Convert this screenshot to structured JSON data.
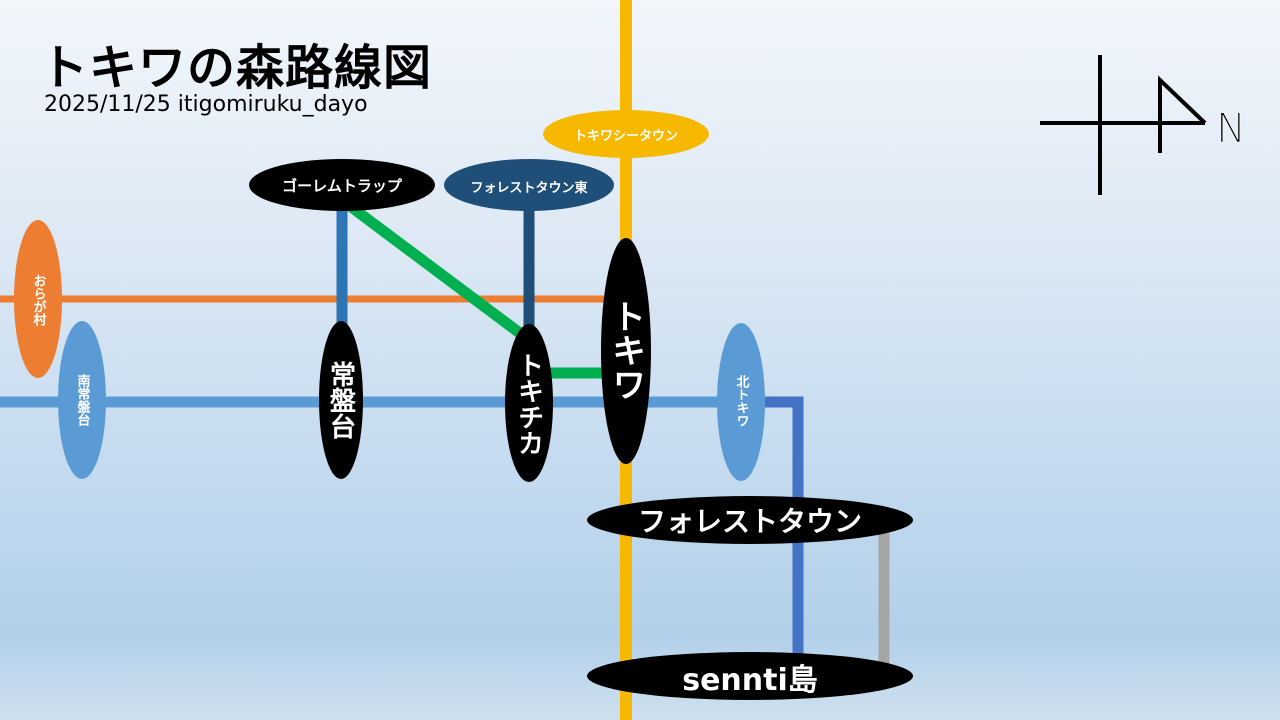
{
  "header": {
    "title": "トキワの森路線図",
    "subtitle": "2025/11/25 itigomiruku_dayo"
  },
  "compass": {
    "label": "N"
  },
  "colors": {
    "yellow_line": "#f7b800",
    "orange_line": "#ed7d31",
    "light_blue_line": "#5b9bd5",
    "dark_blue_line": "#2e75b6",
    "navy_line": "#1f4e79",
    "green_line": "#00b050",
    "blue_line": "#4472c4",
    "gray_line": "#a6a6a6",
    "station_black": "#000000"
  },
  "stations": {
    "tokiwa_town": "トキワシータウン",
    "golem_trap": "ゴーレムトラップ",
    "forest_town_east": "フォレストタウン東",
    "oraga_village": "おらが村",
    "minami_tokiwadai": "南常盤台",
    "tokiwadai": "常盤台",
    "tokichika": "トキチカ",
    "tokiwa": "トキワ",
    "kita_tokiwa": "北トキワ",
    "forest_town": "フォレストタウン",
    "sennti_island": "sennti島"
  }
}
